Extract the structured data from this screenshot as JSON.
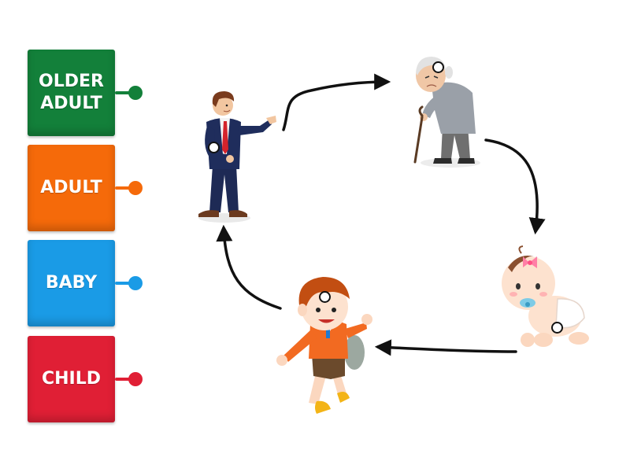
{
  "labels": [
    {
      "text": "OLDER\nADULT",
      "color": "#13803a"
    },
    {
      "text": "ADULT",
      "color": "#f56a0a"
    },
    {
      "text": "BABY",
      "color": "#1a9be6"
    },
    {
      "text": "CHILD",
      "color": "#e01f35"
    }
  ],
  "figures": {
    "adult": "adult-businessman",
    "older_adult": "older-adult-with-cane",
    "baby": "crawling-baby",
    "child": "walking-child-with-backpack"
  },
  "colors": {
    "arrow": "#111111",
    "hotspot_fill": "#ffffff",
    "hotspot_border": "#111111"
  }
}
